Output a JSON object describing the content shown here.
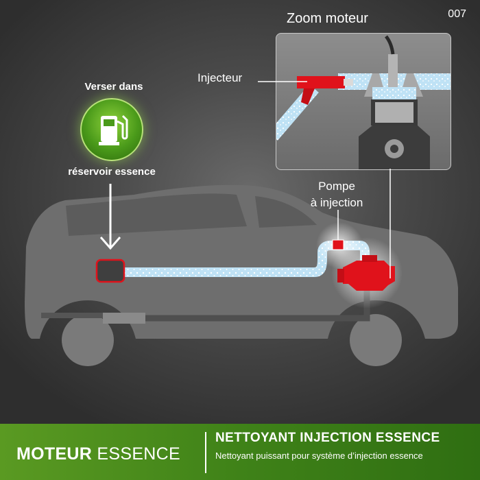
{
  "code": "007",
  "zoom": {
    "title": "Zoom moteur"
  },
  "labels": {
    "injector": "Injecteur",
    "pump_line1": "Pompe",
    "pump_line2": "à injection",
    "pour_line1": "Verser dans",
    "pour_line2": "réservoir essence"
  },
  "icons": [
    "fuel-pump-icon",
    "down-arrow-icon"
  ],
  "banner": {
    "engine_bold": "MOTEUR",
    "engine_light": "ESSENCE",
    "product_title": "NETTOYANT INJECTION ESSENCE",
    "product_subtitle": "Nettoyant puissant pour système d’injection essence"
  },
  "colors": {
    "background": "#3a3a3a",
    "car": "#6e6e6e",
    "highlight_red": "#e0121b",
    "fuel_line": "#bfe2f5",
    "brand_green": "#3f8218"
  }
}
